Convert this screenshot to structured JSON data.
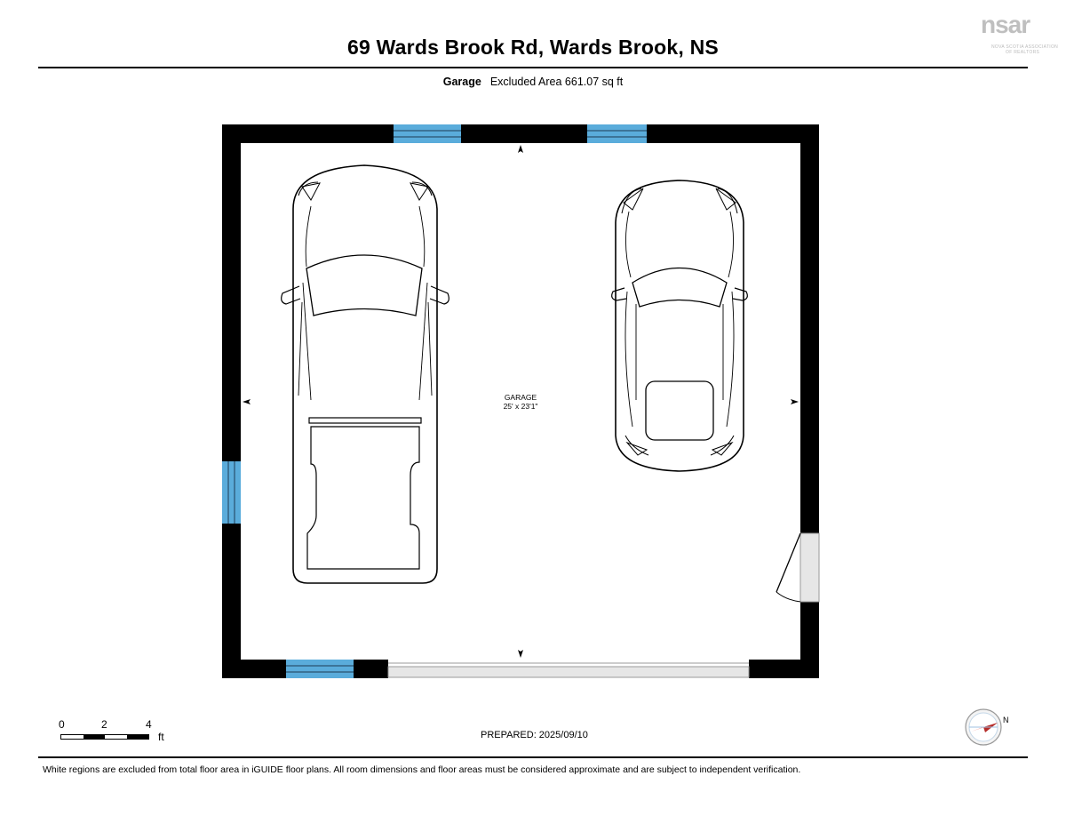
{
  "header": {
    "title": "69 Wards Brook Rd, Wards Brook, NS",
    "level_label": "Garage",
    "area_text": "Excluded Area 661.07 sq ft"
  },
  "logo": {
    "mark": "nsar",
    "line1": "NOVA SCOTIA ASSOCIATION",
    "line2": "OF REALTORS"
  },
  "room": {
    "name": "GARAGE",
    "dimensions": "25' x 23'1\""
  },
  "scale_bar": {
    "ticks": [
      "0",
      "2",
      "4"
    ],
    "unit": "ft"
  },
  "prepared": "PREPARED: 2025/09/10",
  "footer_note": "White regions are excluded from total floor area in iGUIDE floor plans. All room dimensions and floor areas must be considered approximate and are subject to independent verification.",
  "compass": {
    "label": "N",
    "needle_color": "#e8413c"
  },
  "colors": {
    "wall": "#000000",
    "window": "#5aacdb",
    "door_fill": "#e6e6e6"
  }
}
